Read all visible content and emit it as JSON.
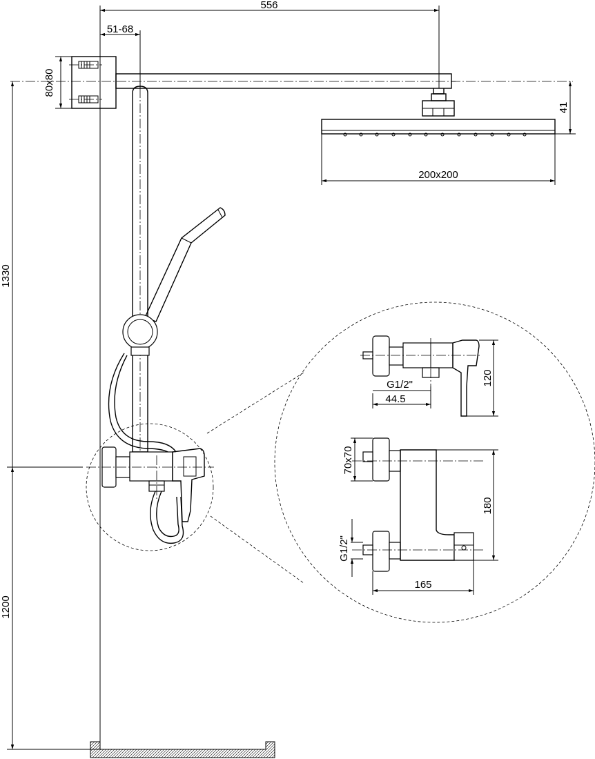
{
  "dimensions": {
    "top_width": "556",
    "wall_offset": "51-68",
    "flange_size": "80x80",
    "head_height": "41",
    "head_size": "200x200",
    "total_height": "1330",
    "mixer_height": "1200"
  },
  "detail": {
    "top_view": {
      "thread": "G1/2\"",
      "offset": "44.5",
      "height": "120"
    },
    "front_view": {
      "flange": "70x70",
      "thread": "G1/2\"",
      "height": "180",
      "width": "165"
    }
  }
}
